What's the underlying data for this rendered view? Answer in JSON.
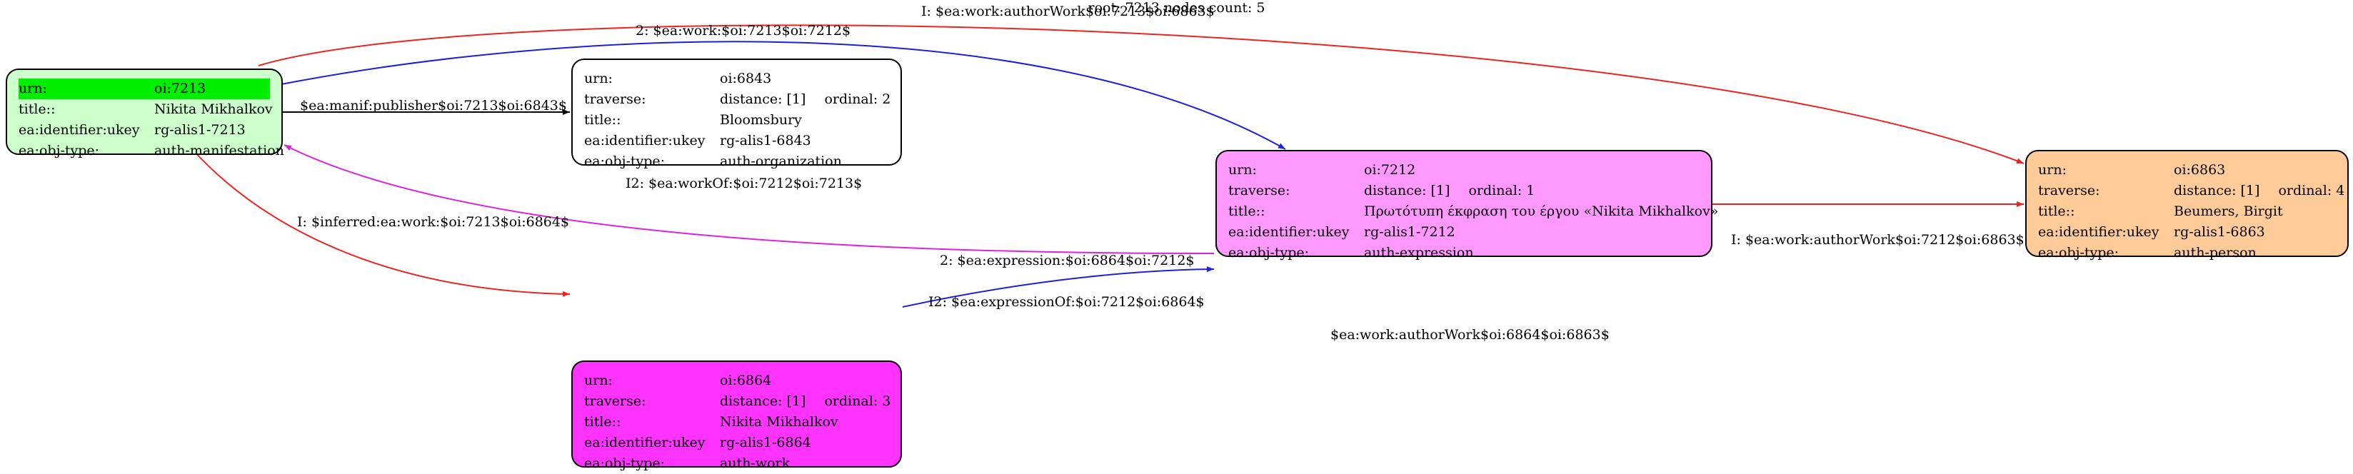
{
  "colors": {
    "n7213": "#ccffcc",
    "n6843": "#ffffff",
    "n7212": "#ff99ff",
    "n6864": "#ff33ff",
    "n6863": "#ffcc99",
    "highlight": "#00ee00",
    "edge_red": "#ee2222",
    "edge_blue": "#1f1fdd",
    "edge_black": "#000000",
    "edge_magenta": "#dd22dd"
  },
  "nodes": {
    "n7213": {
      "rows": [
        {
          "k": "urn:",
          "v": "oi:7213"
        },
        {
          "k": "title::",
          "v": "Nikita Mikhalkov"
        },
        {
          "k": "ea:identifier:ukey",
          "v": "rg-alis1-7213"
        },
        {
          "k": "ea:obj-type:",
          "v": "auth-manifestation"
        }
      ]
    },
    "n6843": {
      "rows": [
        {
          "k": "urn:",
          "v": "oi:6843"
        },
        {
          "k": "traverse:",
          "v": "distance: [1]",
          "o": "ordinal: 2"
        },
        {
          "k": "title::",
          "v": "Bloomsbury"
        },
        {
          "k": "ea:identifier:ukey",
          "v": "rg-alis1-6843"
        },
        {
          "k": "ea:obj-type:",
          "v": "auth-organization"
        }
      ]
    },
    "n7212": {
      "rows": [
        {
          "k": "urn:",
          "v": "oi:7212"
        },
        {
          "k": "traverse:",
          "v": "distance: [1]",
          "o": "ordinal: 1"
        },
        {
          "k": "title::",
          "v": "Πρωτότυπη έκφραση του έργου «Nikita Mikhalkov»"
        },
        {
          "k": "ea:identifier:ukey",
          "v": "rg-alis1-7212"
        },
        {
          "k": "ea:obj-type:",
          "v": "auth-expression"
        }
      ]
    },
    "n6864": {
      "rows": [
        {
          "k": "urn:",
          "v": "oi:6864"
        },
        {
          "k": "traverse:",
          "v": "distance: [1]",
          "o": "ordinal: 3"
        },
        {
          "k": "title::",
          "v": "Nikita Mikhalkov"
        },
        {
          "k": "ea:identifier:ukey",
          "v": "rg-alis1-6864"
        },
        {
          "k": "ea:obj-type:",
          "v": "auth-work"
        }
      ]
    },
    "n6863": {
      "rows": [
        {
          "k": "urn:",
          "v": "oi:6863"
        },
        {
          "k": "traverse:",
          "v": "distance: [1]",
          "o": "ordinal: 4"
        },
        {
          "k": "title::",
          "v": "Beumers, Birgit"
        },
        {
          "k": "ea:identifier:ukey",
          "v": "rg-alis1-6863"
        },
        {
          "k": "ea:obj-type:",
          "v": "auth-person"
        }
      ]
    }
  },
  "edges": {
    "e1": "I: $ea:work:authorWork$oi:7213$oi:6863$",
    "e2": "2: $ea:work:$oi:7213$oi:7212$",
    "e3": "$ea:manif:publisher$oi:7213$oi:6843$",
    "e4": "I2: $ea:workOf:$oi:7212$oi:7213$",
    "e5": "I: $inferred:ea:work:$oi:7213$oi:6864$",
    "e6": "2: $ea:expression:$oi:6864$oi:7212$",
    "e7": "I2: $ea:expressionOf:$oi:7212$oi:6864$",
    "e8": "I: $ea:work:authorWork$oi:7212$oi:6863$",
    "e9": "$ea:work:authorWork$oi:6864$oi:6863$"
  },
  "footer": "root: 7213 nodes count: 5"
}
